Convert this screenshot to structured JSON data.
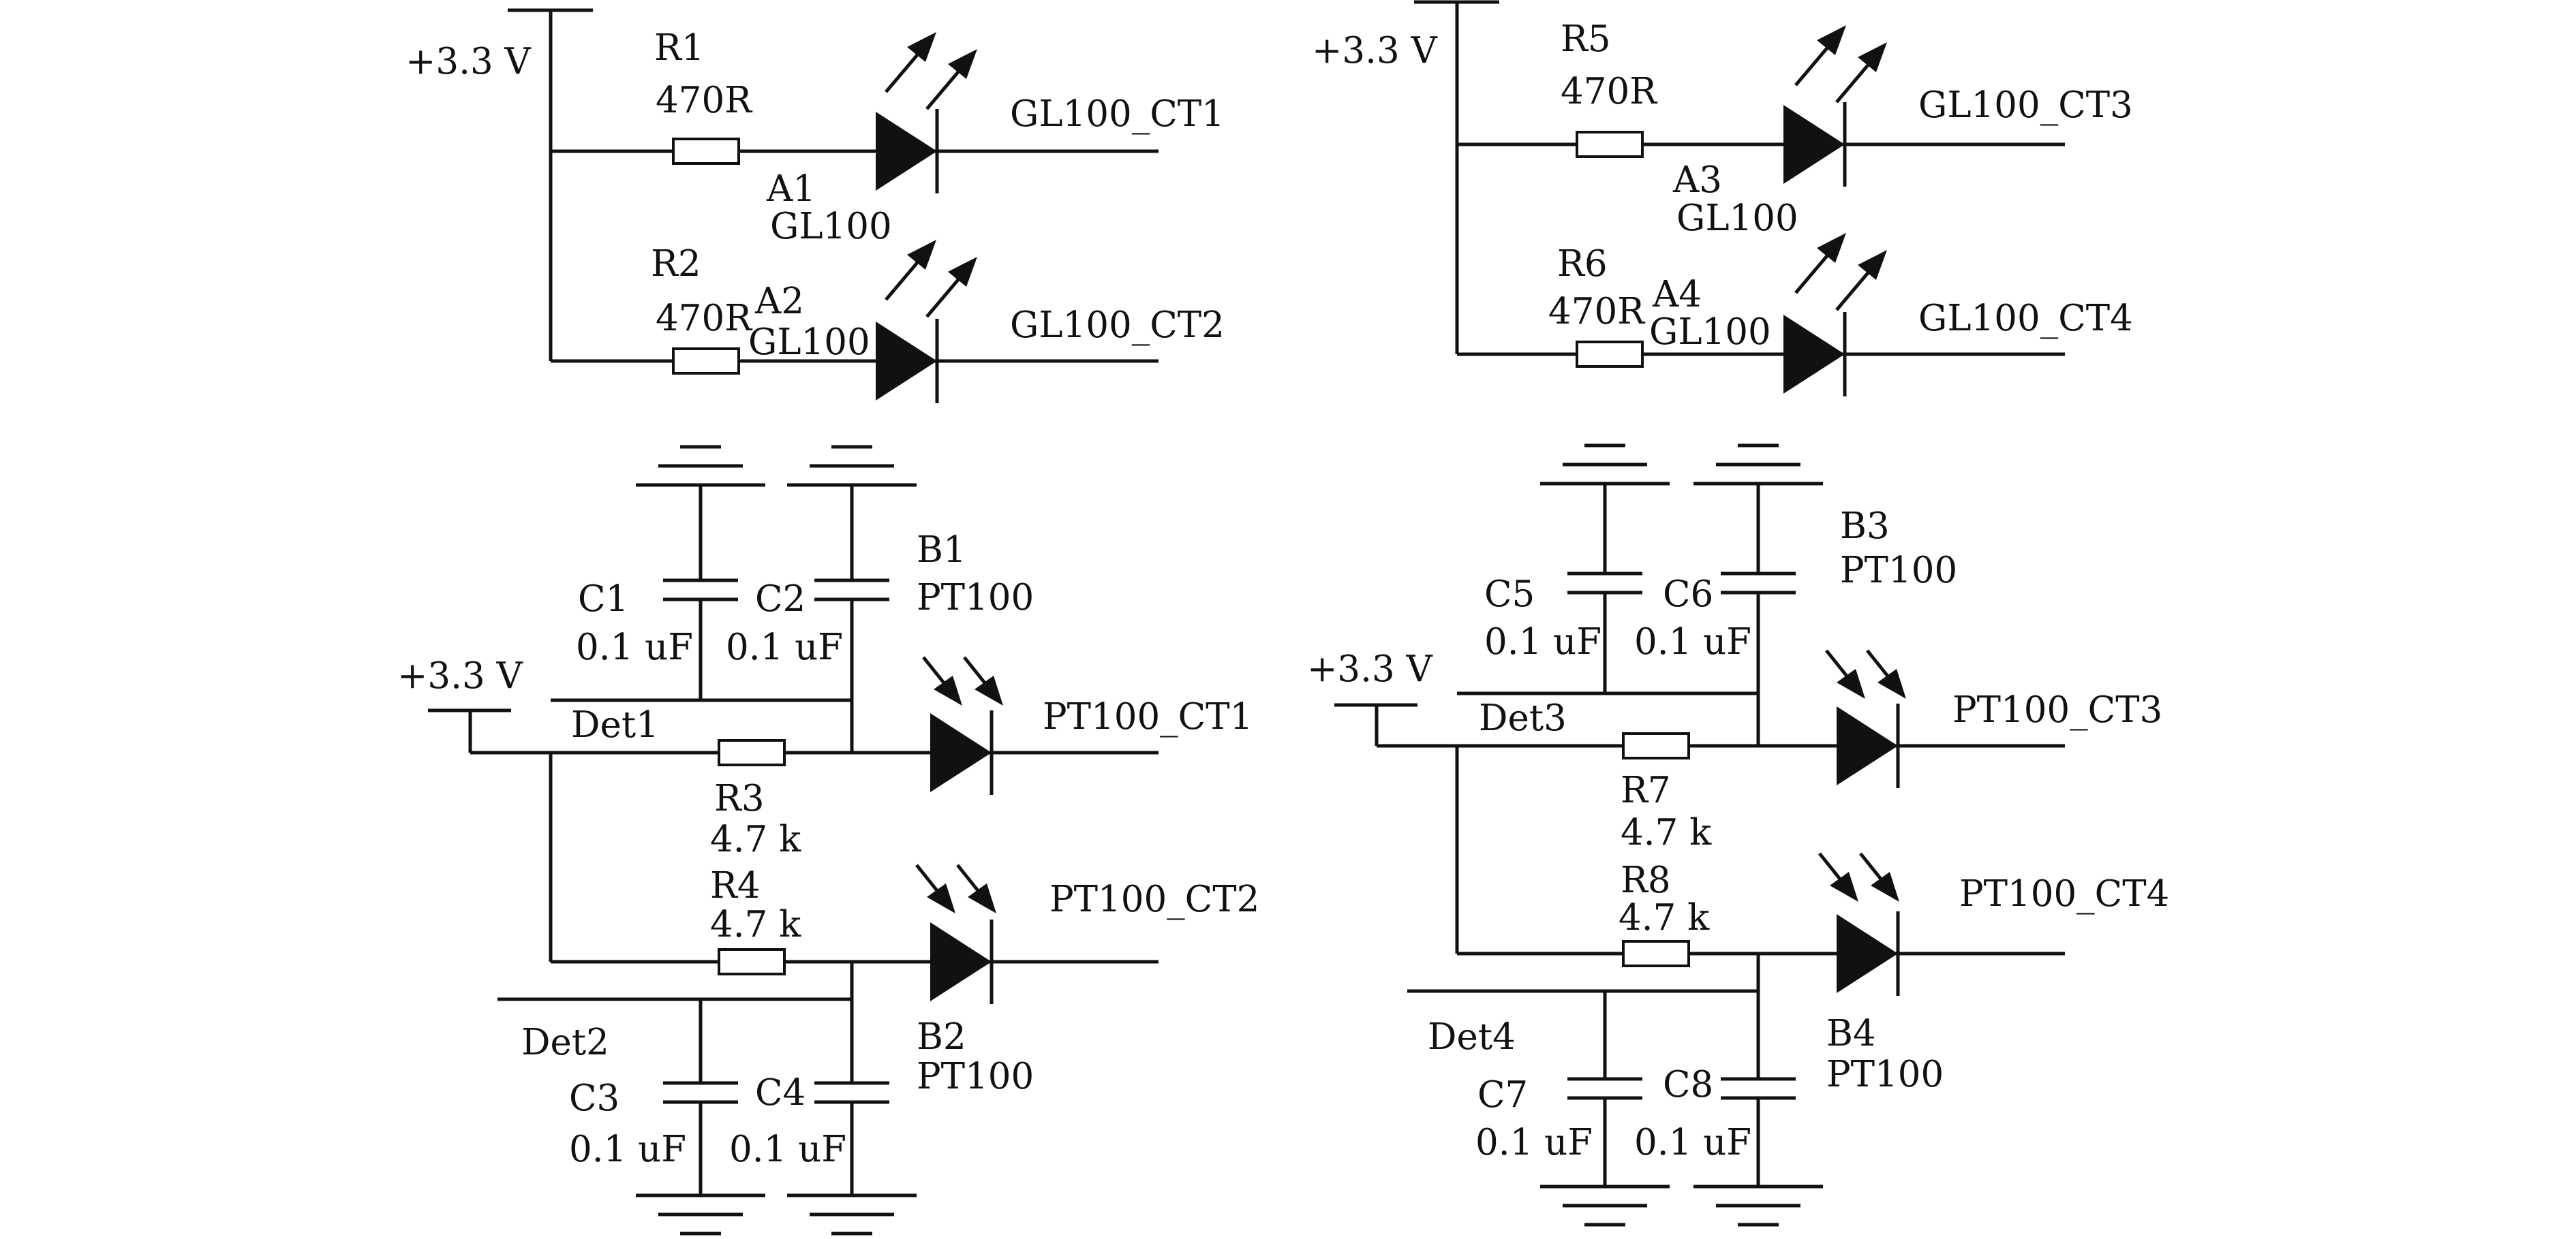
{
  "supply": {
    "q1": "+3.3 V",
    "q2": "+3.3 V",
    "q3": "+3.3 V",
    "q4": "+3.3 V"
  },
  "resistors": {
    "r1": {
      "ref": "R1",
      "value": "470R"
    },
    "r2": {
      "ref": "R2",
      "value": "470R"
    },
    "r3": {
      "ref": "R3",
      "value": "4.7 k"
    },
    "r4": {
      "ref": "R4",
      "value": "4.7 k"
    },
    "r5": {
      "ref": "R5",
      "value": "470R"
    },
    "r6": {
      "ref": "R6",
      "value": "470R"
    },
    "r7": {
      "ref": "R7",
      "value": "4.7 k"
    },
    "r8": {
      "ref": "R8",
      "value": "4.7 k"
    }
  },
  "leds": {
    "a1": {
      "ref": "A1",
      "part": "GL100",
      "net": "GL100_CT1"
    },
    "a2": {
      "ref": "A2",
      "part": "GL100",
      "net": "GL100_CT2"
    },
    "a3": {
      "ref": "A3",
      "part": "GL100",
      "net": "GL100_CT3"
    },
    "a4": {
      "ref": "A4",
      "part": "GL100",
      "net": "GL100_CT4"
    }
  },
  "photodiodes": {
    "b1": {
      "ref": "B1",
      "part": "PT100",
      "net": "PT100_CT1"
    },
    "b2": {
      "ref": "B2",
      "part": "PT100",
      "net": "PT100_CT2"
    },
    "b3": {
      "ref": "B3",
      "part": "PT100",
      "net": "PT100_CT3"
    },
    "b4": {
      "ref": "B4",
      "part": "PT100",
      "net": "PT100_CT4"
    }
  },
  "capacitors": {
    "c1": {
      "ref": "C1",
      "value": "0.1 uF"
    },
    "c2": {
      "ref": "C2",
      "value": "0.1 uF"
    },
    "c3": {
      "ref": "C3",
      "value": "0.1 uF"
    },
    "c4": {
      "ref": "C4",
      "value": "0.1 uF"
    },
    "c5": {
      "ref": "C5",
      "value": "0.1 uF"
    },
    "c6": {
      "ref": "C6",
      "value": "0.1 uF"
    },
    "c7": {
      "ref": "C7",
      "value": "0.1 uF"
    },
    "c8": {
      "ref": "C8",
      "value": "0.1 uF"
    }
  },
  "detectors": {
    "det1": "Det1",
    "det2": "Det2",
    "det3": "Det3",
    "det4": "Det4"
  }
}
